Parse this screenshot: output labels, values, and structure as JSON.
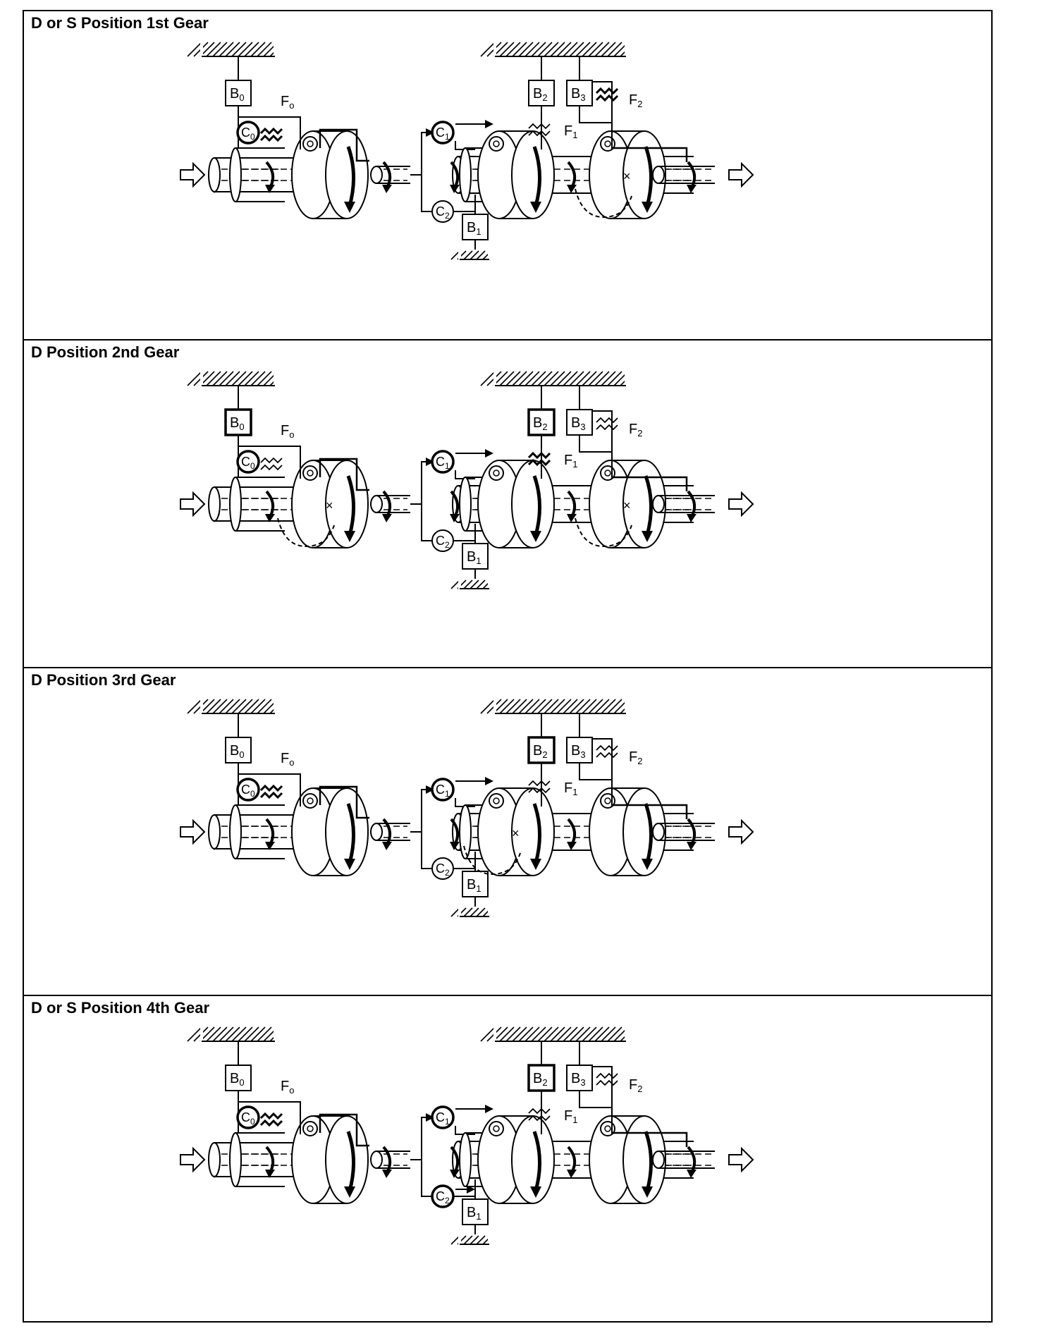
{
  "panels": [
    {
      "title": "D or S Position 1st Gear",
      "engaged": [
        "C0",
        "F0",
        "C1",
        "F2"
      ],
      "front_hidden": false,
      "mid_hidden": false,
      "rear_hidden": true,
      "c2_arrow": false
    },
    {
      "title": "D Position 2nd Gear",
      "engaged": [
        "B0",
        "C0",
        "C1",
        "F1",
        "B2"
      ],
      "front_hidden": true,
      "mid_hidden": false,
      "rear_hidden": true,
      "c2_arrow": false
    },
    {
      "title": "D Position 3rd Gear",
      "engaged": [
        "C0",
        "F0",
        "C1",
        "B2"
      ],
      "front_hidden": false,
      "mid_hidden": true,
      "rear_hidden": false,
      "c2_arrow": false
    },
    {
      "title": "D or S Position 4th Gear",
      "engaged": [
        "C0",
        "F0",
        "C1",
        "C2",
        "B2"
      ],
      "front_hidden": false,
      "mid_hidden": false,
      "rear_hidden": false,
      "c2_arrow": true
    }
  ],
  "component_labels": {
    "B0": [
      "B",
      "0"
    ],
    "C0": [
      "C",
      "0"
    ],
    "F0": [
      "F",
      "o"
    ],
    "C1": [
      "C",
      "1"
    ],
    "C2": [
      "C",
      "2"
    ],
    "B1": [
      "B",
      "1"
    ],
    "B2": [
      "B",
      "2"
    ],
    "B3": [
      "B",
      "3"
    ],
    "F1": [
      "F",
      "1"
    ],
    "F2": [
      "F",
      "2"
    ]
  }
}
